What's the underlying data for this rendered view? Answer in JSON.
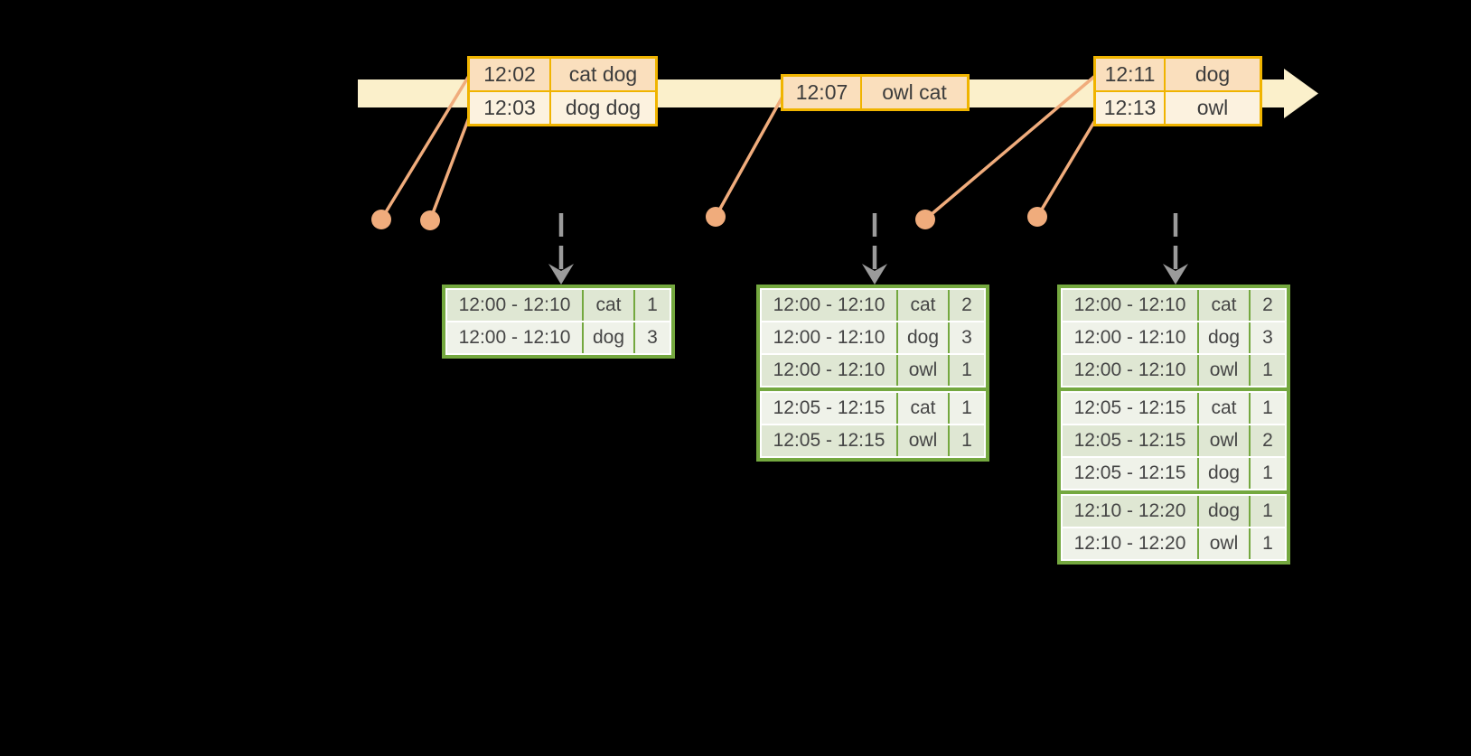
{
  "palette": {
    "background": "#000000",
    "timeline_fill": "#FBF0CB",
    "event_table_border": "#F0B400",
    "event_row_peach": "#FADFBD",
    "event_row_cream": "#FCF2DF",
    "result_table_border": "#74A83F",
    "result_row_dark": "#DFE7D3",
    "result_row_light": "#EFF2E9",
    "connector_orange": "#F0AC7C",
    "trigger_arrow_gray": "#9B9B9B",
    "text": "#3C3C3C"
  },
  "event_tables": [
    {
      "rows": [
        {
          "time": "12:02",
          "words": "cat dog"
        },
        {
          "time": "12:03",
          "words": "dog dog"
        }
      ]
    },
    {
      "rows": [
        {
          "time": "12:07",
          "words": "owl cat"
        }
      ]
    },
    {
      "rows": [
        {
          "time": "12:11",
          "words": "dog"
        },
        {
          "time": "12:13",
          "words": "owl"
        }
      ]
    }
  ],
  "result_tables": [
    {
      "rows": [
        {
          "window": "12:00 - 12:10",
          "word": "cat",
          "count": "1"
        },
        {
          "window": "12:00 - 12:10",
          "word": "dog",
          "count": "3"
        }
      ]
    },
    {
      "rows": [
        {
          "window": "12:00 - 12:10",
          "word": "cat",
          "count": "2"
        },
        {
          "window": "12:00 - 12:10",
          "word": "dog",
          "count": "3"
        },
        {
          "window": "12:00 - 12:10",
          "word": "owl",
          "count": "1"
        },
        {
          "window": "12:05 - 12:15",
          "word": "cat",
          "count": "1"
        },
        {
          "window": "12:05 - 12:15",
          "word": "owl",
          "count": "1"
        }
      ]
    },
    {
      "rows": [
        {
          "window": "12:00 - 12:10",
          "word": "cat",
          "count": "2"
        },
        {
          "window": "12:00 - 12:10",
          "word": "dog",
          "count": "3"
        },
        {
          "window": "12:00 - 12:10",
          "word": "owl",
          "count": "1"
        },
        {
          "window": "12:05 - 12:15",
          "word": "cat",
          "count": "1"
        },
        {
          "window": "12:05 - 12:15",
          "word": "owl",
          "count": "2"
        },
        {
          "window": "12:05 - 12:15",
          "word": "dog",
          "count": "1"
        },
        {
          "window": "12:10 - 12:20",
          "word": "dog",
          "count": "1"
        },
        {
          "window": "12:10 - 12:20",
          "word": "owl",
          "count": "1"
        }
      ]
    }
  ]
}
